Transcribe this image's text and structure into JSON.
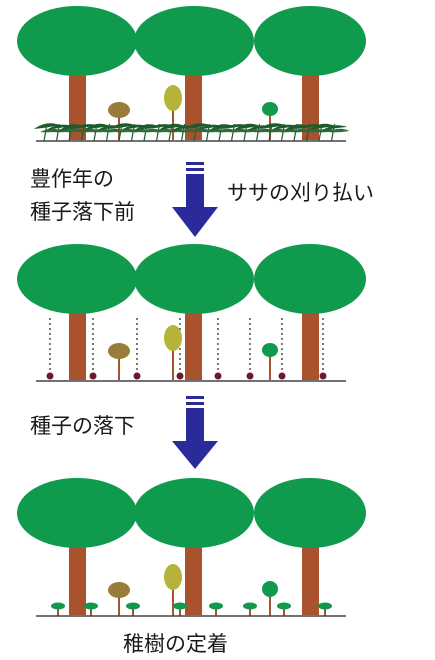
{
  "colors": {
    "canopy": "#0f9a4e",
    "trunk": "#a8532e",
    "sapling_olive": "#9a7c3a",
    "sapling_yellow": "#b5b33a",
    "sapling_green": "#0f9a4e",
    "sasa": "#1e5a2e",
    "seed": "#6b1a2a",
    "seedling": "#0f9a4e",
    "arrow": "#2a2a9a"
  },
  "labels": {
    "left_1_line1": "豊作年の",
    "left_1_line2": "種子落下前",
    "right_1": "ササの刈り払い",
    "left_2": "種子の落下",
    "bottom": "稚樹の定着"
  }
}
